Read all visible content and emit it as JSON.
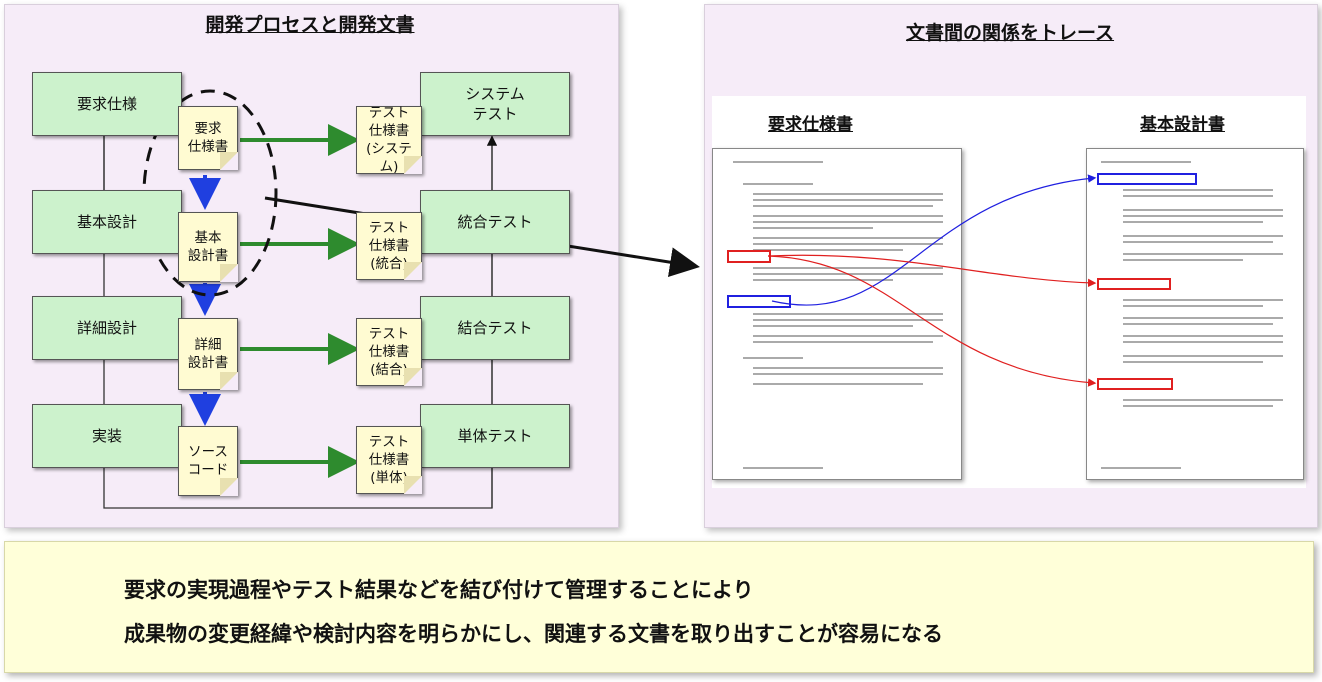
{
  "left_panel": {
    "title": "開発プロセスと開発文書",
    "phases": [
      "要求仕様",
      "基本設計",
      "詳細設計",
      "実装"
    ],
    "documents": [
      "要求\n仕様書",
      "基本\n設計書",
      "詳細\n設計書",
      "ソース\nコード"
    ],
    "test_specs": [
      "テスト\n仕様書\n(システム)",
      "テスト\n仕様書\n(統合)",
      "テスト\n仕様書\n(結合)",
      "テスト\n仕様書\n(単体)"
    ],
    "tests": [
      "システム\nテスト",
      "統合テスト",
      "結合テスト",
      "単体テスト"
    ]
  },
  "right_panel": {
    "title": "文書間の関係をトレース",
    "left_doc_title": "要求仕様書",
    "right_doc_title": "基本設計書"
  },
  "bottom": {
    "line1": "要求の実現過程やテスト結果などを結び付けて管理することにより",
    "line2": "成果物の変更経緯や検討内容を明らかにし、関連する文書を取り出すことが容易になる"
  },
  "colors": {
    "panel_bg": "#f6ecf8",
    "phase_box": "#ccf2cc",
    "doc_box": "#fffbd2",
    "green_arrow": "#2e8b2e",
    "blue_arrow": "#1f3fe0",
    "trace_red": "#e02020",
    "trace_blue": "#2020e0",
    "bottom_bg": "#ffffd9"
  }
}
